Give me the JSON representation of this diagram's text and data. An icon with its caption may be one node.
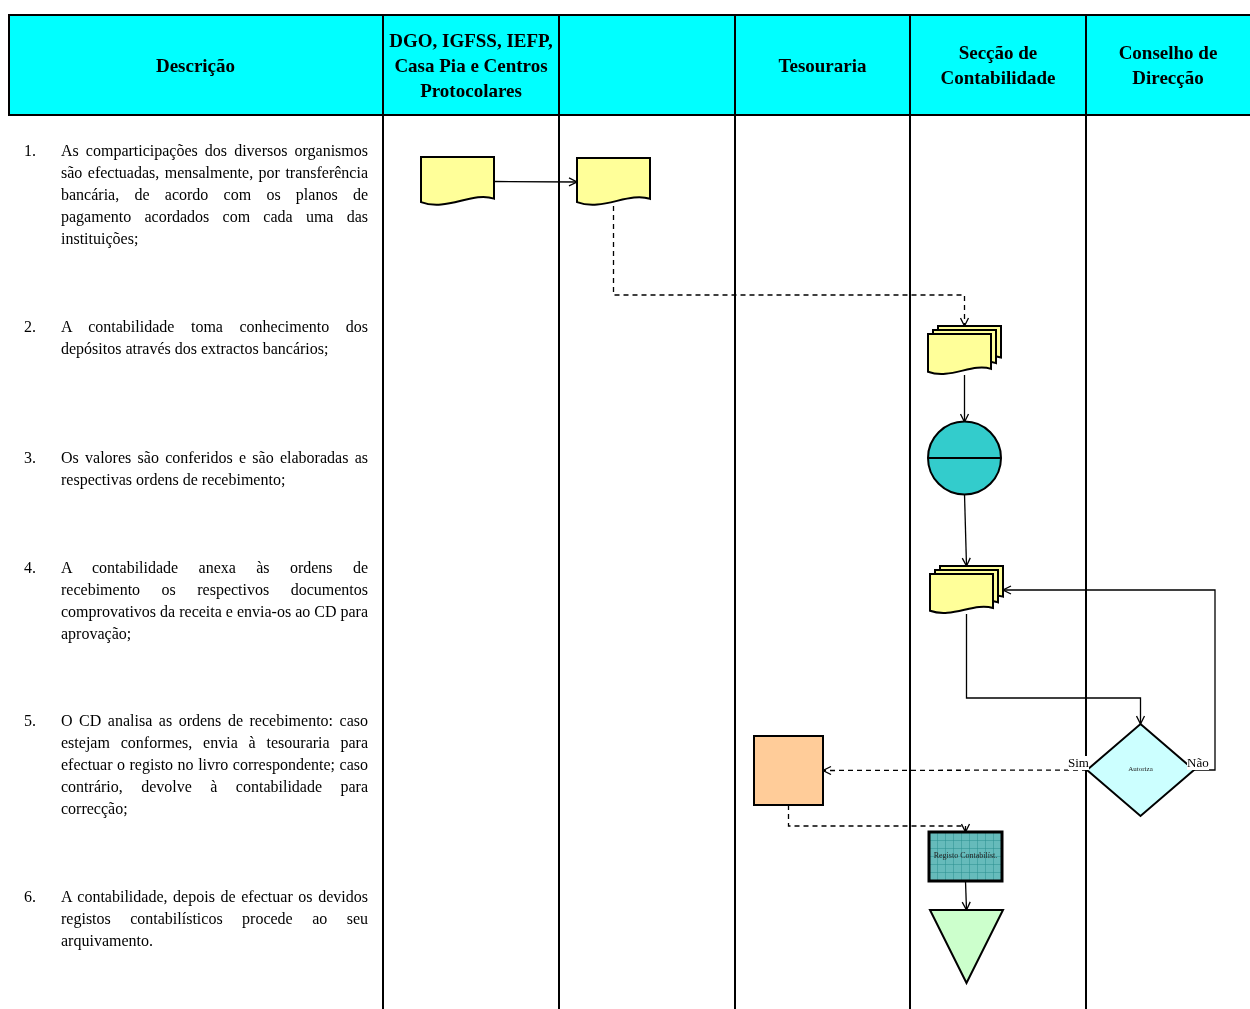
{
  "diagram": {
    "nodes": [
      {
        "text": [],
        "shape": "document"
      },
      {
        "text": [],
        "shape": "document"
      },
      {
        "text": [],
        "shape": "documents"
      },
      {
        "text": [],
        "shape": "circle"
      },
      {
        "text": [],
        "shape": "documents"
      },
      {
        "text": [
          "Autoriza"
        ]
      },
      {
        "text": [],
        "shape": "box"
      },
      {
        "text": [
          "Registo Contabilíst."
        ]
      },
      {
        "text": [],
        "shape": "triangle"
      }
    ],
    "edges": [
      {
        "from": 0,
        "to": 1,
        "arrow": "to"
      },
      {
        "from": 1,
        "to": 2,
        "arrow": "to",
        "style": "dashed"
      },
      {
        "from": 2,
        "to": 3,
        "arrow": "to"
      },
      {
        "from": 3,
        "to": 4,
        "arrow": "to"
      },
      {
        "from": 4,
        "to": 5,
        "arrow": "to"
      },
      {
        "from": 5,
        "to": 4,
        "arrow": "to",
        "label": "Não"
      },
      {
        "from": 5,
        "to": 6,
        "arrow": "to",
        "style": "dashed",
        "label": "Sim"
      },
      {
        "from": 6,
        "to": 7,
        "arrow": "to",
        "style": "dashed"
      },
      {
        "from": 7,
        "to": 8,
        "arrow": "to"
      }
    ],
    "labels": [
      "Descrição",
      "DGO, IGFSS, IEFP, Casa Pia e Centros Protocolares",
      "Tesouraria",
      "Secção de Contabilidade",
      "Conselho de Direcção",
      "1.",
      "As comparticipações dos diversos organismos são efectuadas, mensalmente, por transferência bancária, de acordo com os planos de pagamento acordados com cada uma das instituições;",
      "2.",
      "A contabilidade toma conhecimento dos depósitos através dos extractos bancários;",
      "3.",
      "Os valores são conferidos e são elaboradas as respectivas ordens de recebimento;",
      "4.",
      "A contabilidade anexa às ordens de recebimento os respectivos documentos comprovativos da receita e envia-os ao CD para aprovação;",
      "5.",
      "O CD analisa as ordens de recebimento: caso estejam conformes, envia à tesouraria para efectuar o registo no livro correspondente; caso contrário, devolve à contabilidade para correcção;",
      "6.",
      "A contabilidade, depois de efectuar os devidos registos contabilísticos procede ao seu arquivamento."
    ]
  }
}
